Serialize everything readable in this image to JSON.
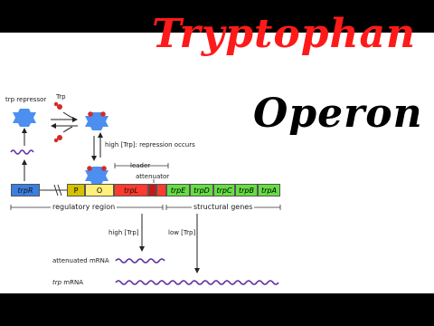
{
  "title": {
    "line1": "Tryptophan",
    "line2": "Operon"
  },
  "labels": {
    "trp_repressor": "trp repressor",
    "trp": "Trp",
    "repression": "high [Trp]: repression occurs",
    "leader": "leader",
    "attenuator": "attenuator",
    "regulatory_region": "regulatory region",
    "structural_genes": "structural genes",
    "high_trp": "high [Trp]",
    "low_trp": "low [Trp]",
    "attenuated_mrna": "attenuated mRNA",
    "trp_mrna_italic": "trp",
    "trp_mrna_rest": " mRNA"
  },
  "genes": {
    "trpR": "trpR",
    "P": "P",
    "O": "O",
    "trpL": "trpL",
    "trpE": "trpE",
    "trpD": "trpD",
    "trpC": "trpC",
    "trpB": "trpB",
    "trpA": "trpA"
  },
  "colors": {
    "title_red": "#ff1a1a",
    "repressor_blue": "#4d8ff0",
    "trp_red": "#d42a2a",
    "mrna_purple": "#5b2ca0",
    "trpR_blue": "#3b7fe0",
    "promoter_yellow": "#d4c200",
    "operator_yellow": "#fff07a",
    "leader_red": "#ff3b2f",
    "attenuator_red": "#c21a1a",
    "structural_green": "#66dd44"
  },
  "icons": [
    "repressor-protein-icon",
    "tryptophan-molecule-icon",
    "arrow-icon",
    "mrna-wave-icon"
  ]
}
